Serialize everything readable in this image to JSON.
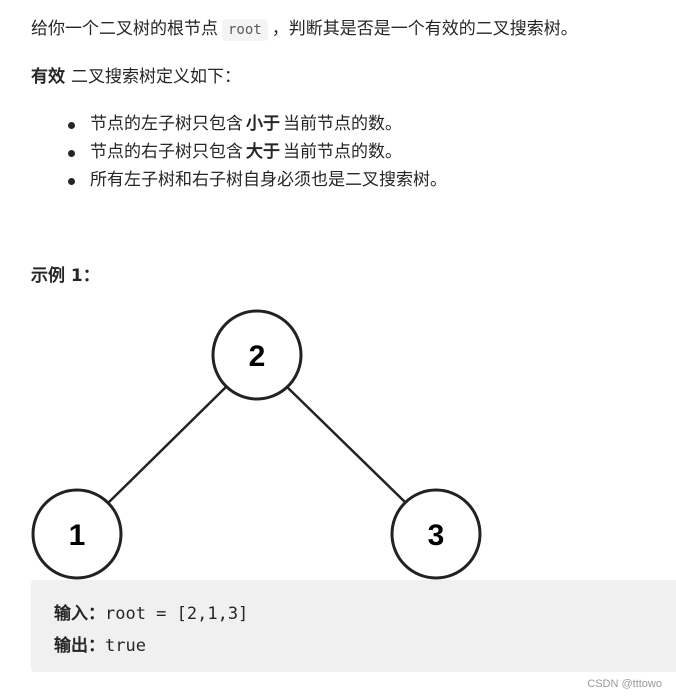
{
  "intro": {
    "before": "给你一个二叉树的根节点",
    "code": "root",
    "after": "，判断其是否是一个有效的二叉搜索树。"
  },
  "definition": {
    "bold": "有效",
    "text": "二叉搜索树定义如下："
  },
  "rules": [
    {
      "before": "节点的左子树只包含",
      "bold": "小于",
      "after": "当前节点的数。"
    },
    {
      "before": "节点的右子树只包含",
      "bold": "大于",
      "after": "当前节点的数。"
    },
    {
      "text": "所有左子树和右子树自身必须也是二叉搜索树。"
    }
  ],
  "example": {
    "title": "示例 1：",
    "tree": {
      "root": "2",
      "left": "1",
      "right": "3"
    },
    "input_label": "输入：",
    "input_value": "root = [2,1,3]",
    "output_label": "输出：",
    "output_value": "true"
  },
  "watermark": "CSDN @tttowo"
}
